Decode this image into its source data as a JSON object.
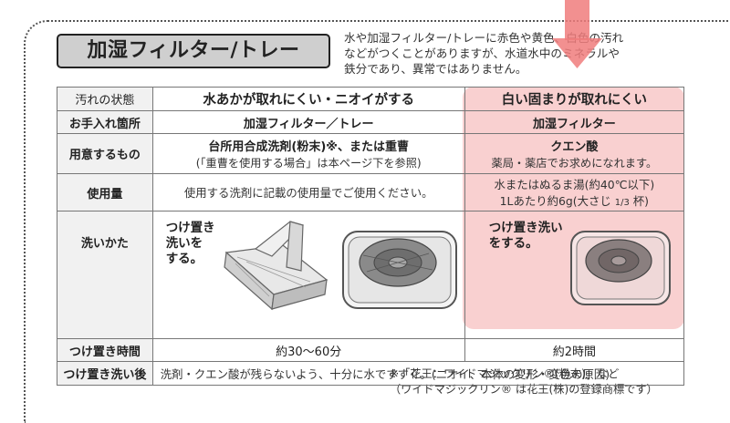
{
  "section_title": "加湿フィルター/トレー",
  "description": [
    "水や加湿フィルター/トレーに赤色や黄色、白色の汚れ",
    "などがつくことがありますが、水道水中のミネラルや",
    "鉄分であり、異常ではありません。"
  ],
  "table": {
    "header_label": "汚れの状態",
    "col1_header": "水あかが取れにくい・ニオイがする",
    "col2_header": "白い固まりが取れにくい",
    "rows": {
      "care_part": {
        "label": "お手入れ箇所",
        "col1": "加湿フィルター／トレー",
        "col2": "加湿フィルター"
      },
      "prepare": {
        "label": "用意するもの",
        "col1_main": "台所用合成洗剤(粉末)※、または重曹",
        "col1_sub": "(「重曹を使用する場合」は本ページ下を参照)",
        "col2_main": "クエン酸",
        "col2_sub": "薬局・薬店でお求めになれます。"
      },
      "amount": {
        "label": "使用量",
        "col1": "使用する洗剤に記載の使用量でご使用ください。",
        "col2_line1": "水またはぬるま湯(約40℃以下)",
        "col2_line2": "1Lあたり約6g(大さじ",
        "col2_frac": "1/3",
        "col2_end": "杯)"
      },
      "wash": {
        "label": "洗いかた",
        "col1_text": [
          "つけ置き",
          "洗いを",
          "する。"
        ],
        "col2_text": [
          "つけ置き洗い",
          "をする。"
        ]
      },
      "soak_time": {
        "label": "つけ置き時間",
        "col1": "約30～60分",
        "col2": "約2時間"
      },
      "after": {
        "label": "つけ置き洗い後",
        "text": "洗剤・クエン酸が残らないよう、十分に水ですすぐ。(ニオイ、本体の変形・変色の原因)"
      }
    }
  },
  "footnote": [
    "※「花王：ワイドマジックリン®(粉末)」など",
    "（ワイドマジックリン® は花王(株)の登録商標です）"
  ],
  "colors": {
    "highlight": "#f9cccc",
    "arrow": "#f07d7d",
    "title_bg": "#cfcfcf"
  }
}
